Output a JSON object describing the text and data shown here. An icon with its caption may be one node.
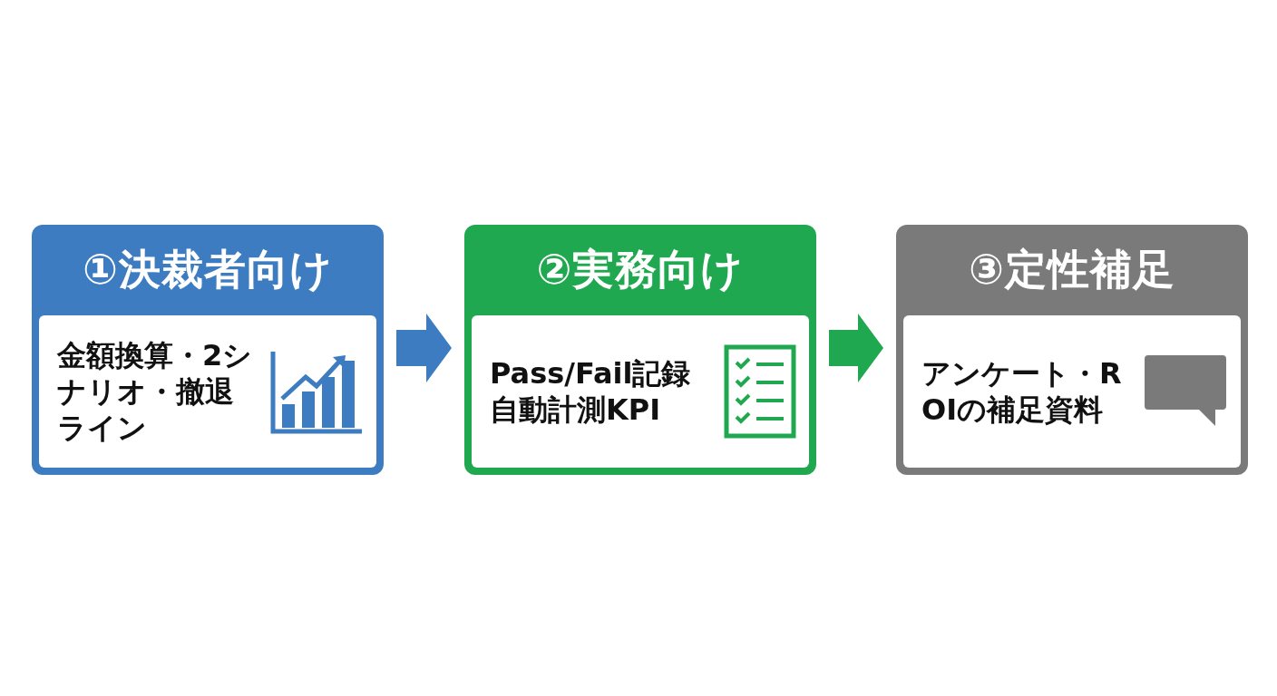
{
  "diagram": {
    "nodes": [
      {
        "text": [
          "①決裁者向け",
          "金額換算・2シナリオ・撤退ライン"
        ]
      },
      {
        "text": [
          "②実務向け",
          "Pass/Fail記録自動計測KPI"
        ]
      },
      {
        "text": [
          "③定性補足",
          "アンケート・ROIの補足資料"
        ]
      }
    ],
    "edges": [
      {
        "from": 0,
        "to": 1,
        "arrow": "to",
        "color": "#3d7cc0"
      },
      {
        "from": 1,
        "to": 2,
        "arrow": "to",
        "color": "#1fa84f"
      }
    ]
  }
}
